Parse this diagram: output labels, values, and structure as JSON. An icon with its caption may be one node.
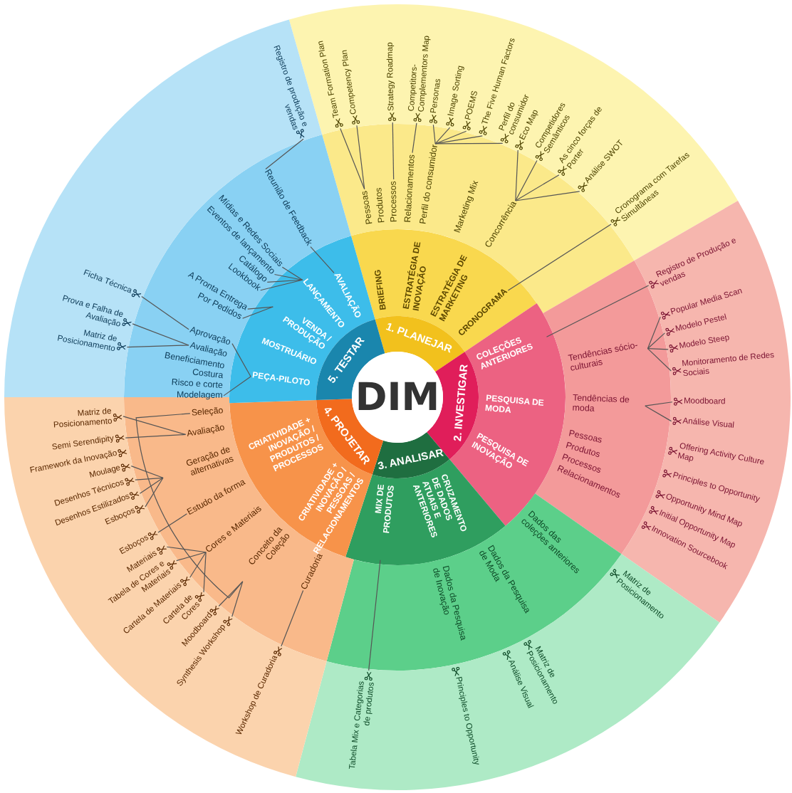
{
  "diagram": {
    "nodes": [
      {
        "text": [
          "DIM"
        ]
      },
      {
        "text": [
          "1. PLANEJAR"
        ]
      },
      {
        "text": [
          "2. INVESTIGAR"
        ]
      },
      {
        "text": [
          "3. ANALISAR"
        ]
      },
      {
        "text": [
          "4. PROJETAR"
        ]
      },
      {
        "text": [
          "5. TESTAR"
        ]
      },
      {
        "text": [
          "CRONOGRAMA"
        ]
      },
      {
        "text": [
          "Pessoas"
        ]
      },
      {
        "text": [
          "Processos"
        ]
      },
      {
        "text": [
          "Relacionamentos"
        ]
      },
      {
        "text": [
          "Perfil do consumidor"
        ]
      },
      {
        "text": [
          "Concorrência"
        ]
      },
      {
        "text": [
          "Team Formation Plan"
        ]
      },
      {
        "text": [
          "Competency Plan"
        ]
      },
      {
        "text": [
          "Strategy Roadmap"
        ]
      },
      {
        "text": [
          "Competitors-Complementors Map"
        ]
      },
      {
        "text": [
          "Personas"
        ]
      },
      {
        "text": [
          "Image Sorting"
        ]
      },
      {
        "text": [
          "POEMS"
        ]
      },
      {
        "text": [
          "The Five Human Factors"
        ]
      },
      {
        "text": [
          "Perfil do consumidor"
        ]
      },
      {
        "text": [
          "Eco Map"
        ]
      },
      {
        "text": [
          "Competidores Semânticos"
        ]
      },
      {
        "text": [
          "As cinco forças de Porter"
        ]
      },
      {
        "text": [
          "Análise SWOT"
        ]
      },
      {
        "text": [
          "Cronograma com Tarefas Simultâneas"
        ]
      },
      {
        "text": [
          "COLEÇÕES ANTERIORES"
        ]
      },
      {
        "text": [
          "Registro de Produção e vendas"
        ]
      },
      {
        "text": [
          "Tendências sócio-culturais"
        ]
      },
      {
        "text": [
          "Tendências de moda"
        ]
      },
      {
        "text": [
          "Popular Media Scan"
        ]
      },
      {
        "text": [
          "Modelo Pestel"
        ]
      },
      {
        "text": [
          "Modelo Steep"
        ]
      },
      {
        "text": [
          "Monitoramento de Redes Sociais"
        ]
      },
      {
        "text": [
          "Moodboard"
        ]
      },
      {
        "text": [
          "Análise Visual"
        ]
      },
      {
        "text": [
          "MIX DE PRODUTOS"
        ]
      },
      {
        "text": [
          "Tabela Mix e Categorias de produtos"
        ]
      },
      {
        "text": [
          "Seleção"
        ]
      },
      {
        "text": [
          "Avaliação"
        ]
      },
      {
        "text": [
          "Geração de alternativas"
        ]
      },
      {
        "text": [
          "Estudo da forma"
        ]
      },
      {
        "text": [
          "Cores e Materiais"
        ]
      },
      {
        "text": [
          "Conceito da Coleção"
        ]
      },
      {
        "text": [
          "Curadoria"
        ]
      },
      {
        "text": [
          "Matriz de Posicionamento"
        ]
      },
      {
        "text": [
          "Semi Serendipity"
        ]
      },
      {
        "text": [
          "Moulage"
        ]
      },
      {
        "text": [
          "Desenhos Técnicos"
        ]
      },
      {
        "text": [
          "Desenhos Estilizados"
        ]
      },
      {
        "text": [
          "Esboços"
        ]
      },
      {
        "text": [
          "Esboços"
        ]
      },
      {
        "text": [
          "Materiais"
        ]
      },
      {
        "text": [
          "Tabela de Cores e Materiais"
        ]
      },
      {
        "text": [
          "Cartela de Materiais"
        ]
      },
      {
        "text": [
          "Cartela de Cores"
        ]
      },
      {
        "text": [
          "Moodboard"
        ]
      },
      {
        "text": [
          "Synthesis Workshop"
        ]
      },
      {
        "text": [
          "Workshop de Curadoria"
        ]
      },
      {
        "text": [
          "PEÇA-PILOTO"
        ]
      },
      {
        "text": [
          "VENDA / PRODUÇÃO"
        ]
      },
      {
        "text": [
          "LANÇAMENTO"
        ]
      },
      {
        "text": [
          "AVALIAÇÃO"
        ]
      },
      {
        "text": [
          "Modelagem"
        ]
      },
      {
        "text": [
          "Aprovação"
        ]
      },
      {
        "text": [
          "Avaliação"
        ]
      },
      {
        "text": [
          "Por Pedidos"
        ]
      },
      {
        "text": [
          "A Pronta Entrega"
        ]
      },
      {
        "text": [
          "Lookbook"
        ]
      },
      {
        "text": [
          "Catálogo"
        ]
      },
      {
        "text": [
          "Eventos de lançamento"
        ]
      },
      {
        "text": [
          "Mídias e Redes Sociais"
        ]
      },
      {
        "text": [
          "Reunião de Feedback"
        ]
      },
      {
        "text": [
          "Ficha Técnica"
        ]
      },
      {
        "text": [
          "Prova e Falha de Avaliação"
        ]
      },
      {
        "text": [
          "Matriz de Posicionamento"
        ]
      },
      {
        "text": [
          "Registro de produção e vendas"
        ]
      }
    ],
    "edges": [
      {
        "from": 6,
        "to": 25,
        "arrow": "none"
      },
      {
        "from": 7,
        "to": 12,
        "arrow": "none"
      },
      {
        "from": 7,
        "to": 13,
        "arrow": "none"
      },
      {
        "from": 8,
        "to": 14,
        "arrow": "none"
      },
      {
        "from": 9,
        "to": 15,
        "arrow": "none"
      },
      {
        "from": 10,
        "to": 16,
        "arrow": "none"
      },
      {
        "from": 10,
        "to": 17,
        "arrow": "none"
      },
      {
        "from": 10,
        "to": 18,
        "arrow": "none"
      },
      {
        "from": 10,
        "to": 19,
        "arrow": "none"
      },
      {
        "from": 10,
        "to": 20,
        "arrow": "none"
      },
      {
        "from": 11,
        "to": 21,
        "arrow": "none"
      },
      {
        "from": 11,
        "to": 22,
        "arrow": "none"
      },
      {
        "from": 11,
        "to": 23,
        "arrow": "none"
      },
      {
        "from": 11,
        "to": 24,
        "arrow": "none"
      },
      {
        "from": 26,
        "to": 27,
        "arrow": "none"
      },
      {
        "from": 28,
        "to": 30,
        "arrow": "none"
      },
      {
        "from": 28,
        "to": 31,
        "arrow": "none"
      },
      {
        "from": 28,
        "to": 32,
        "arrow": "none"
      },
      {
        "from": 28,
        "to": 33,
        "arrow": "none"
      },
      {
        "from": 29,
        "to": 34,
        "arrow": "none"
      },
      {
        "from": 29,
        "to": 35,
        "arrow": "none"
      },
      {
        "from": 36,
        "to": 37,
        "arrow": "none"
      },
      {
        "from": 38,
        "to": 43,
        "arrow": "none"
      },
      {
        "from": 39,
        "to": 45,
        "arrow": "none"
      },
      {
        "from": 39,
        "to": 46,
        "arrow": "none"
      },
      {
        "from": 40,
        "to": 47,
        "arrow": "none"
      },
      {
        "from": 40,
        "to": 48,
        "arrow": "none"
      },
      {
        "from": 40,
        "to": 49,
        "arrow": "none"
      },
      {
        "from": 40,
        "to": 50,
        "arrow": "none"
      },
      {
        "from": 41,
        "to": 51,
        "arrow": "none"
      },
      {
        "from": 42,
        "to": 52,
        "arrow": "none"
      },
      {
        "from": 42,
        "to": 53,
        "arrow": "none"
      },
      {
        "from": 42,
        "to": 54,
        "arrow": "none"
      },
      {
        "from": 42,
        "to": 55,
        "arrow": "none"
      },
      {
        "from": 43,
        "to": 56,
        "arrow": "none"
      },
      {
        "from": 43,
        "to": 57,
        "arrow": "none"
      },
      {
        "from": 44,
        "to": 58,
        "arrow": "none"
      },
      {
        "from": 59,
        "to": 63,
        "arrow": "none"
      },
      {
        "from": 59,
        "to": 64,
        "arrow": "none"
      },
      {
        "from": 60,
        "to": 66,
        "arrow": "none"
      },
      {
        "from": 60,
        "to": 67,
        "arrow": "none"
      },
      {
        "from": 61,
        "to": 68,
        "arrow": "none"
      },
      {
        "from": 61,
        "to": 69,
        "arrow": "none"
      },
      {
        "from": 61,
        "to": 70,
        "arrow": "none"
      },
      {
        "from": 61,
        "to": 71,
        "arrow": "none"
      },
      {
        "from": 62,
        "to": 72,
        "arrow": "none"
      },
      {
        "from": 64,
        "to": 73,
        "arrow": "none"
      },
      {
        "from": 65,
        "to": 74,
        "arrow": "none"
      },
      {
        "from": 65,
        "to": 75,
        "arrow": "none"
      },
      {
        "from": 72,
        "to": 76,
        "arrow": "none"
      }
    ],
    "labels": [
      "BRIEFING",
      "ESTRATÉGIA DE INOVAÇÃO",
      "ESTRATÉGIA DE MARKETING",
      "Produtos",
      "Marketing Mix",
      "PESQUISA DE MODA",
      "PESQUISA DE INOVAÇÃO",
      "Pessoas",
      "Produtos",
      "Processos",
      "Relacionamentos",
      "Offering Activity Culture Map",
      "Principles to Opportunity",
      "Opportunity Mind Map",
      "Initial Opportunity Map",
      "Innovation Sourcebook",
      "CRUZAMENTO DE DADOS ATUAIS E ANTERIORES",
      "Dados das coleções anteriores",
      "Dados da Pesquisa de Moda",
      "Dados da Pesquisa de Inovação",
      "Matriz de Posicionamento",
      "Matriz de Posicionamento",
      "Análise Visual",
      "Principles to Opportunity",
      "CRIATIVIDADE + INOVAÇÃO / PESSOAS / RELACIONAMENTOS",
      "CRIATIVIDADE + INOVAÇÃO / PRODUTOS / PROCESSOS",
      "Framework da Inovação",
      "MOSTRUÁRIO",
      "Risco e corte",
      "Costura",
      "Beneficiamento"
    ]
  }
}
